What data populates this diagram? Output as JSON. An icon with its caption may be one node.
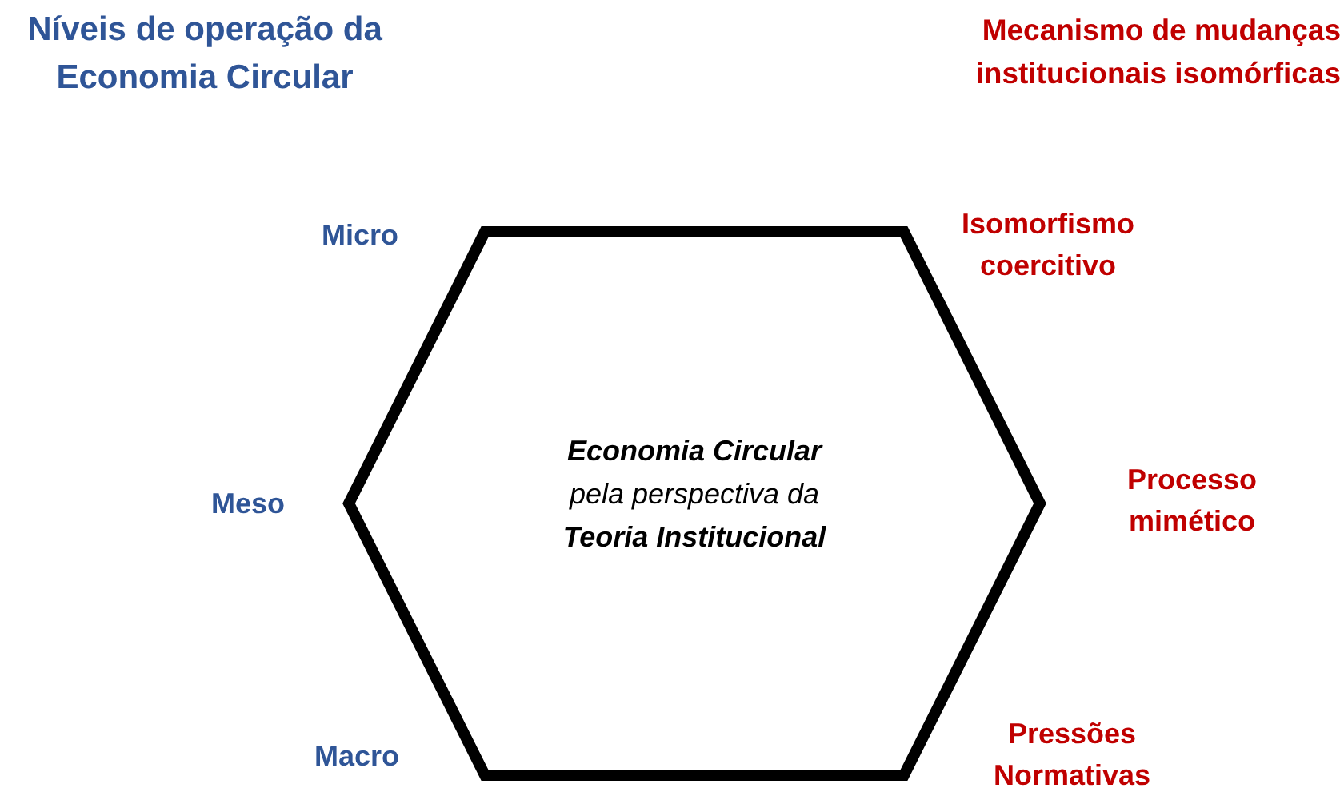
{
  "diagram": {
    "nodes": [
      {
        "text": [
          "**Economia Circular** pela perspectiva da **Teoria Institucional**"
        ]
      }
    ],
    "labels": [
      "Níveis de operação da Economia Circular",
      "Mecanismo de mudanças institucionais isomórficas",
      "Micro",
      "Isomorfismo coercitivo",
      "Meso",
      "Processo mimético",
      "Macro",
      "Pressões Normativas"
    ]
  }
}
